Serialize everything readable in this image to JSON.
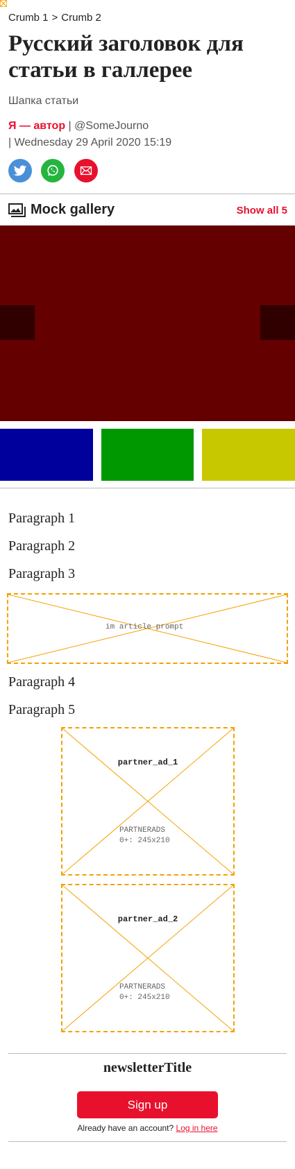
{
  "breadcrumb": {
    "items": [
      "Crumb 1",
      "Crumb 2"
    ],
    "separator": ">"
  },
  "article": {
    "title": "Русский заголовок для статьи в галлерее",
    "standfirst": "Шапка статьи",
    "author": "Я — автор",
    "twitter_handle": "| @SomeJourno",
    "date": "| Wednesday 29 April 2020 15:19"
  },
  "share": {
    "twitter": {
      "icon": "twitter-icon",
      "color": "#4a90d9"
    },
    "whatsapp": {
      "icon": "whatsapp-icon",
      "color": "#25b53f"
    },
    "email": {
      "icon": "mail-icon",
      "color": "#e8112d"
    }
  },
  "gallery": {
    "icon": "gallery-icon",
    "title": "Mock gallery",
    "show_all": "Show all 5",
    "main_slide_color": "#640000",
    "nav_color": "#300000",
    "thumbnails": [
      {
        "color": "#00009c"
      },
      {
        "color": "#009800"
      },
      {
        "color": "#c8c800"
      }
    ]
  },
  "paragraphs": [
    "Paragraph 1",
    "Paragraph 2",
    "Paragraph 3",
    "Paragraph 4",
    "Paragraph 5"
  ],
  "ads": {
    "article_prompt": "im article prompt",
    "partner_ad_1": {
      "name": "partner_ad_1",
      "size": "PARTNERADS\n0+: 245x210"
    },
    "partner_ad_2": {
      "name": "partner_ad_2",
      "size": "PARTNERADS\n0+: 245x210"
    }
  },
  "newsletter": {
    "title": "newsletterTitle",
    "signup_label": "Sign up",
    "account_prompt": "Already have an account?",
    "login_link": "Log in here"
  },
  "colors": {
    "accent": "#e8112d",
    "placeholder_border": "#f5a000"
  }
}
